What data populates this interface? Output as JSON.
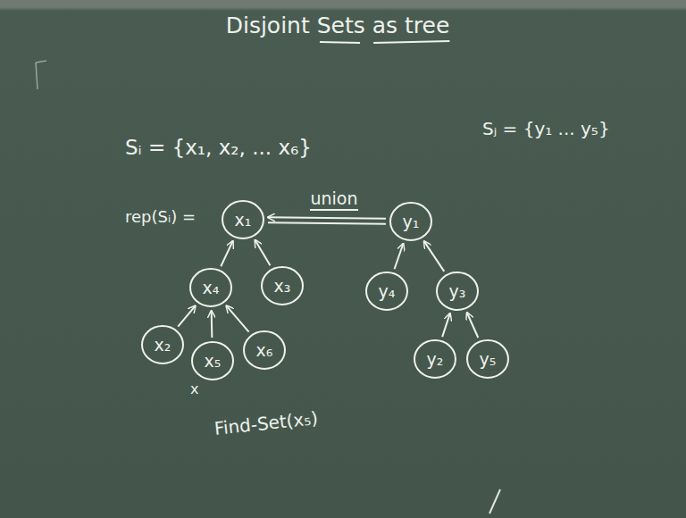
{
  "diagram": {
    "title": "Disjoint Sets as tree",
    "nodes": [
      {
        "text": [
          "x₁"
        ]
      },
      {
        "text": [
          "x₄"
        ]
      },
      {
        "text": [
          "x₃"
        ]
      },
      {
        "text": [
          "x₂"
        ]
      },
      {
        "text": [
          "x₅"
        ]
      },
      {
        "text": [
          "x₆"
        ]
      },
      {
        "text": [
          "y₁"
        ]
      },
      {
        "text": [
          "y₄"
        ]
      },
      {
        "text": [
          "y₃"
        ]
      },
      {
        "text": [
          "y₂"
        ]
      },
      {
        "text": [
          "y₅"
        ]
      }
    ],
    "edges": [
      {
        "from": 1,
        "to": 0,
        "arrow": "to"
      },
      {
        "from": 2,
        "to": 0,
        "arrow": "to"
      },
      {
        "from": 3,
        "to": 1,
        "arrow": "to"
      },
      {
        "from": 4,
        "to": 1,
        "arrow": "to"
      },
      {
        "from": 5,
        "to": 1,
        "arrow": "to"
      },
      {
        "from": 7,
        "to": 6,
        "arrow": "to"
      },
      {
        "from": 8,
        "to": 6,
        "arrow": "to"
      },
      {
        "from": 9,
        "to": 8,
        "arrow": "to"
      },
      {
        "from": 10,
        "to": 8,
        "arrow": "to"
      },
      {
        "from": 6,
        "to": 0,
        "label": "union",
        "arrow": "to"
      }
    ],
    "labels": [
      "Sᵢ = {x₁, x₂, ... x₆}",
      "Sⱼ = {y₁ ... y₅}",
      "rep(Sᵢ) =",
      "x",
      "Find-Set(x₅)"
    ]
  }
}
